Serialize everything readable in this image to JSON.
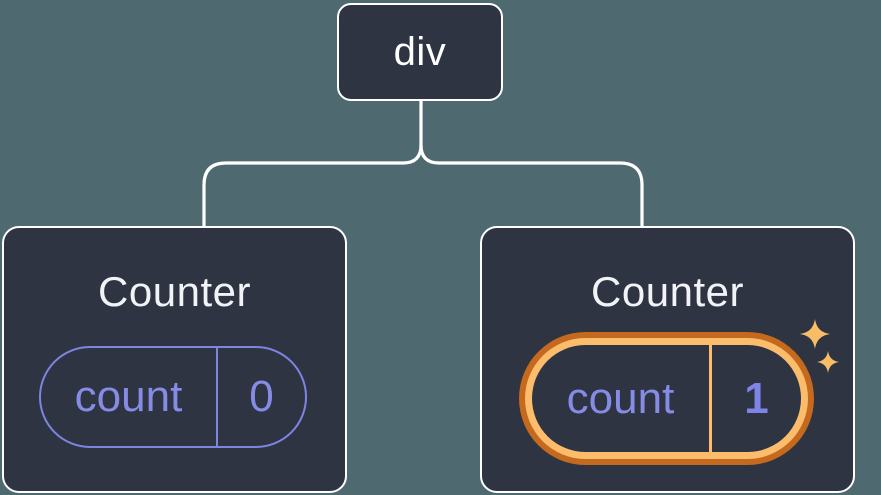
{
  "diagram": {
    "root": {
      "label": "div"
    },
    "children": [
      {
        "title": "Counter",
        "state_name": "count",
        "state_value": "0",
        "highlighted": false
      },
      {
        "title": "Counter",
        "state_name": "count",
        "state_value": "1",
        "highlighted": true
      }
    ]
  },
  "icons": {
    "sparkles": "sparkles-icon"
  },
  "colors": {
    "background": "#4e6a70",
    "node_fill": "#2e3442",
    "node_border": "#ffffff",
    "connector": "#ffffff",
    "state_border": "#7d84e2",
    "state_text": "#868ce6",
    "state_value_highlight": "#7e84e8",
    "highlight_ring_outer": "#c4691d",
    "highlight_ring_inner": "#fbbc6c",
    "sparkle": "#f9bd68",
    "title_text": "#f2f3f6"
  }
}
